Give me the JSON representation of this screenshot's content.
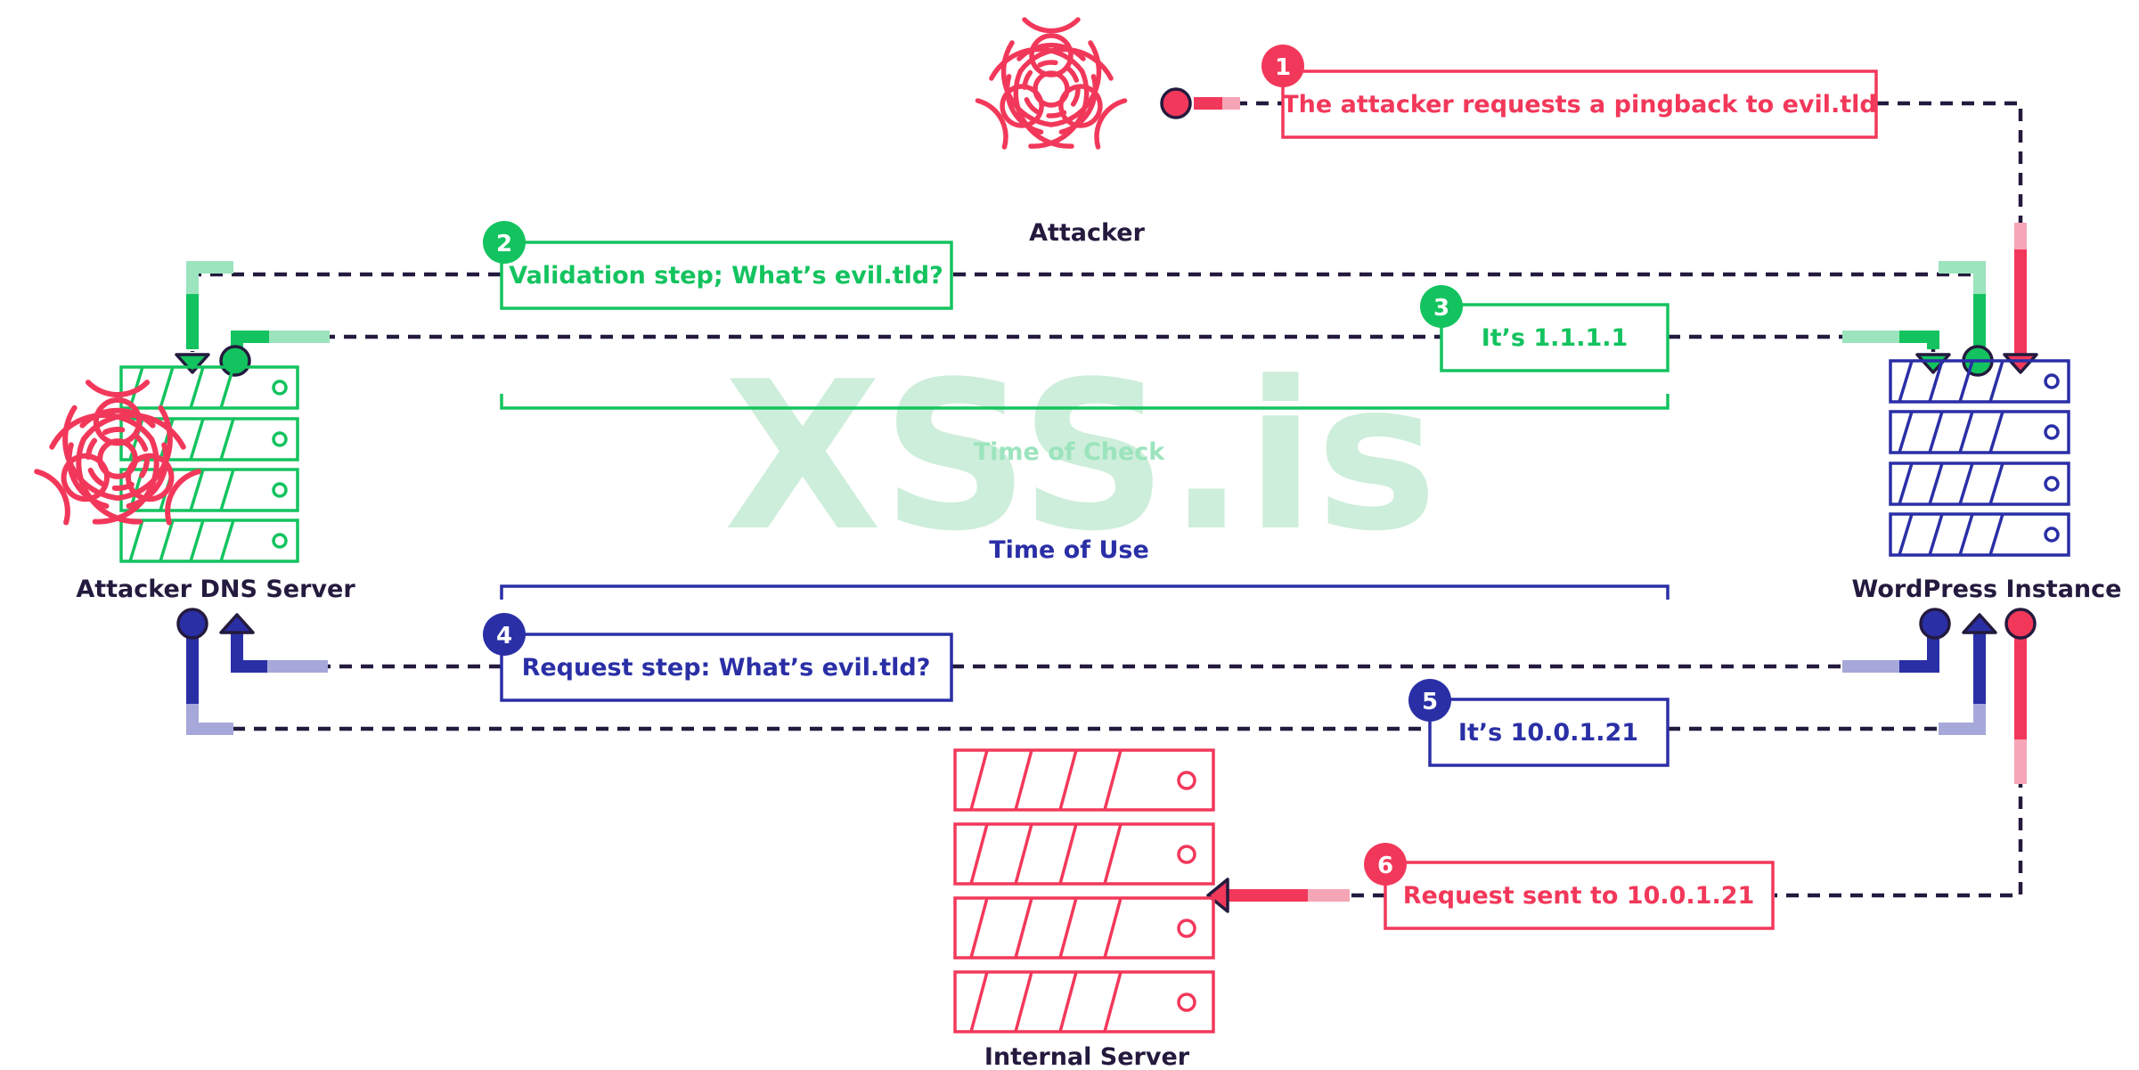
{
  "watermark": "XSS.is",
  "colors": {
    "red": "#f2385a",
    "red_light": "#f6a5b6",
    "green": "#13c35f",
    "green_light": "#9be4bd",
    "blue": "#2a2fa6",
    "blue_light": "#a6a8da",
    "dark": "#241a3e",
    "watermark": "#cdeeda"
  },
  "nodes": {
    "attacker": {
      "label": "Attacker",
      "icon": "biohazard-icon"
    },
    "dns_server": {
      "label": "Attacker DNS Server",
      "icon": "server-icon"
    },
    "wordpress": {
      "label": "WordPress Instance",
      "icon": "server-icon"
    },
    "internal": {
      "label": "Internal Server",
      "icon": "server-icon"
    }
  },
  "steps": [
    {
      "number": "1",
      "label": "The attacker requests a pingback to evil.tld",
      "color": "red"
    },
    {
      "number": "2",
      "label": "Validation step; What’s evil.tld?",
      "color": "green"
    },
    {
      "number": "3",
      "label": "It’s 1.1.1.1",
      "color": "green"
    },
    {
      "number": "4",
      "label": "Request step: What’s evil.tld?",
      "color": "blue"
    },
    {
      "number": "5",
      "label": "It’s 10.0.1.21",
      "color": "blue"
    },
    {
      "number": "6",
      "label": "Request sent to 10.0.1.21",
      "color": "red"
    }
  ],
  "phases": {
    "check": "Time of Check",
    "use": "Time of Use"
  }
}
